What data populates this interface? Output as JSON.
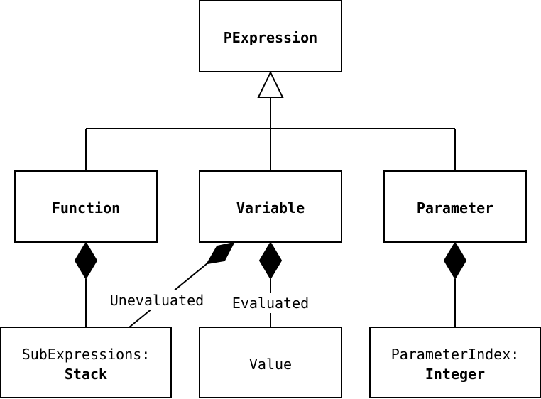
{
  "classes": {
    "pexpression": "PExpression",
    "function": "Function",
    "variable": "Variable",
    "parameter": "Parameter",
    "subexpressions_name": "SubExpressions:",
    "subexpressions_type": "Stack",
    "value": "Value",
    "parameterindex_name": "ParameterIndex:",
    "parameterindex_type": "Integer"
  },
  "relations": {
    "unevaluated": "Unevaluated",
    "evaluated": "Evaluated"
  },
  "colors": {
    "stroke": "#000000",
    "fill": "#ffffff"
  }
}
